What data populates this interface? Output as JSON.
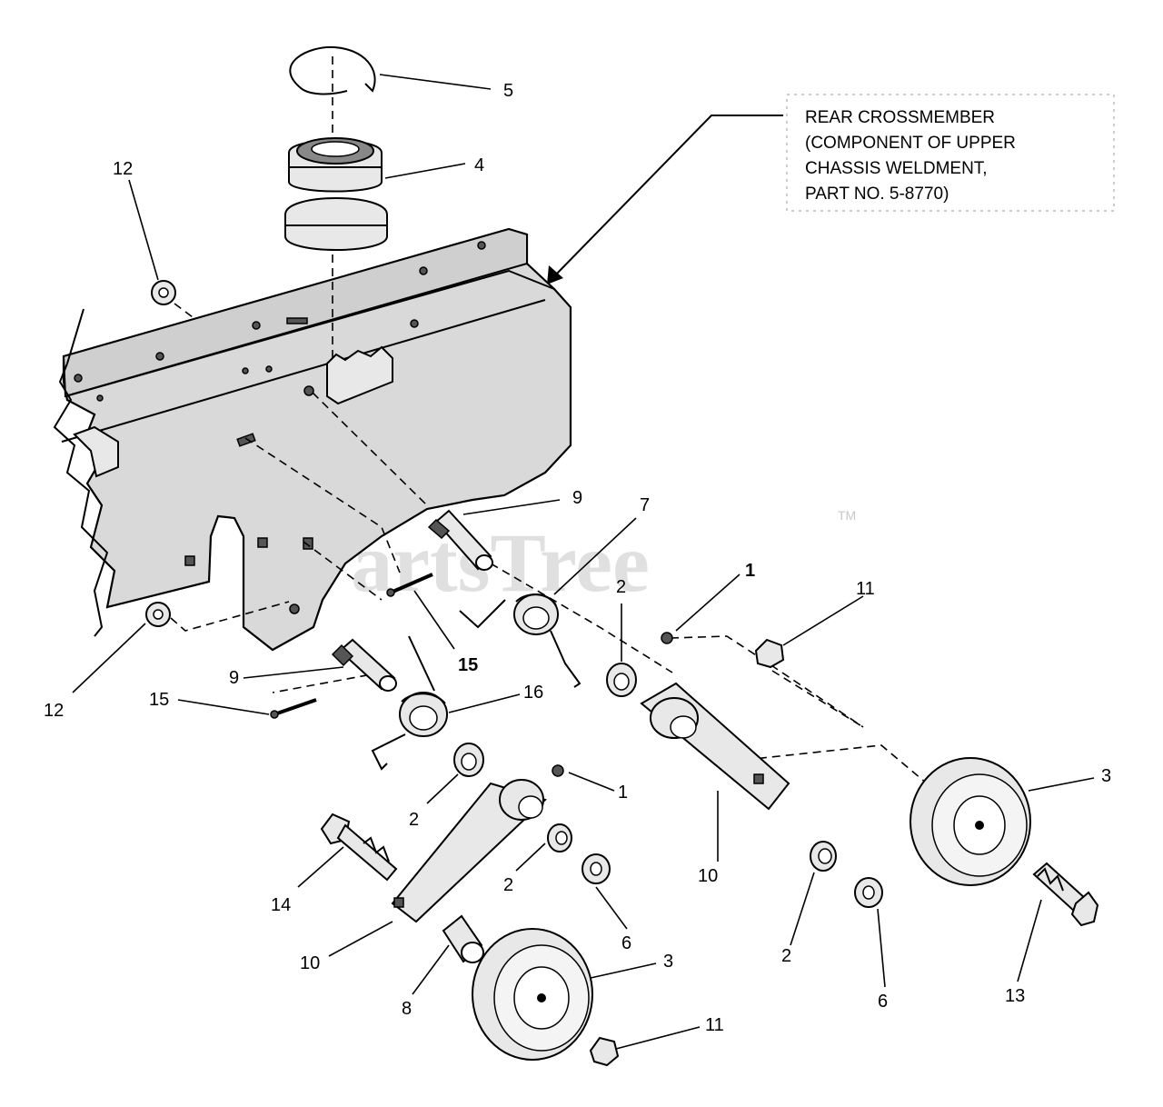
{
  "note": {
    "lines": [
      "REAR CROSSMEMBER",
      "(COMPONENT OF UPPER",
      "CHASSIS WELDMENT,",
      "PART NO. 5-8770)"
    ]
  },
  "watermark": {
    "text": "PartsTree",
    "tm": "TM"
  },
  "callouts": {
    "c5": "5",
    "c4": "4",
    "c12a": "12",
    "c12b": "12",
    "c9a": "9",
    "c9b": "9",
    "c7": "7",
    "c1a": "1",
    "c1b": "1",
    "c11a": "11",
    "c11b": "11",
    "c2a": "2",
    "c2b": "2",
    "c2c": "2",
    "c2d": "2",
    "c15a": "15",
    "c15b": "15",
    "c16": "16",
    "c3a": "3",
    "c3b": "3",
    "c10a": "10",
    "c10b": "10",
    "c14": "14",
    "c6a": "6",
    "c6b": "6",
    "c8": "8",
    "c13": "13"
  }
}
